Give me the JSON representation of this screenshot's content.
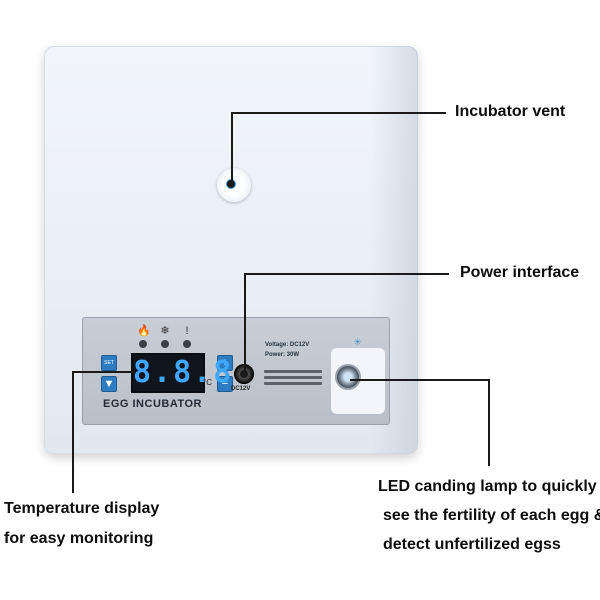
{
  "product": {
    "brand_label": "EGG INCUBATOR",
    "display_value": "8.8.8",
    "display_unit": "°C",
    "power_jack_label": "DC12V",
    "voltage_label": "Voltage: DC12V",
    "power_label": "Power: 30W",
    "keys": {
      "set": "SET",
      "down": "▼",
      "plus": "+",
      "minus": "−"
    }
  },
  "callouts": {
    "vent": "Incubator vent",
    "power": "Power interface",
    "temperature_line1": "Temperature display",
    "temperature_line2": "for easy monitoring",
    "led_line1": "LED canding lamp to quickly",
    "led_line2": "see the fertility of each egg &",
    "led_line3": "detect unfertilized egss"
  },
  "colors": {
    "accent_blue": "#3fa2e0",
    "display_digits": "#3fa7ff",
    "panel_gray": "#c0c5cd"
  },
  "icons": [
    "flame-icon",
    "fan-icon",
    "alarm-icon",
    "led-icon"
  ]
}
